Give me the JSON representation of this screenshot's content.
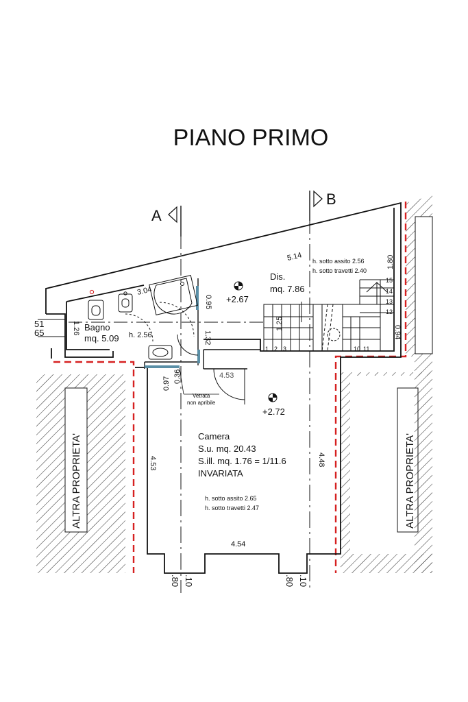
{
  "title": "PIANO PRIMO",
  "section_marks": {
    "a": "A",
    "b": "B"
  },
  "rooms": {
    "bagno": {
      "name": "Bagno",
      "area": "mq. 5.09",
      "height": "h. 2.56"
    },
    "dis": {
      "name": "Dis.",
      "area": "mq. 7.86",
      "level": "+2.67",
      "h_assito": "h. sotto assito 2.56",
      "h_travetti": "h. sotto travetti 2.40"
    },
    "camera": {
      "name": "Camera",
      "su": "S.u. mq. 20.43",
      "sill": "S.ill. mq. 1.76 = 1/11.6",
      "status": "INVARIATA",
      "level": "+2.72",
      "h_assito": "h. sotto assito 2.65",
      "h_travetti": "h. sotto travetti 2.47"
    }
  },
  "neighbors": {
    "left": "ALTRA PROPRIETA'",
    "right": "ALTRA PROPRIETA'"
  },
  "notes": {
    "vetrata_1": "Vetrata",
    "vetrata_2": "non apribile"
  },
  "dimensions": {
    "d_514": "5.14",
    "d_180": "1.80",
    "d_304": "3.04",
    "d_095": "0.95",
    "d_126": "1.26",
    "d_132": "1.32",
    "d_125": "1.25",
    "d_094": "0.94",
    "d_453_top": "4.53",
    "d_097": "0.97",
    "d_036": "0.36",
    "d_453_left": "4.53",
    "d_448": "4.48",
    "d_454": "4.54",
    "d_51": "51",
    "d_65": "65",
    "d_80a": ".80",
    "d_10a": ".10",
    "d_80b": ".80",
    "d_10b": ".10"
  },
  "stair_steps": [
    "1",
    "2",
    "3",
    "10",
    "11",
    "12",
    "13",
    "14",
    "15"
  ],
  "colors": {
    "line": "#111111",
    "dashed_boundary": "#d62020",
    "glass": "#5a8fa6",
    "hatch": "#222222"
  }
}
